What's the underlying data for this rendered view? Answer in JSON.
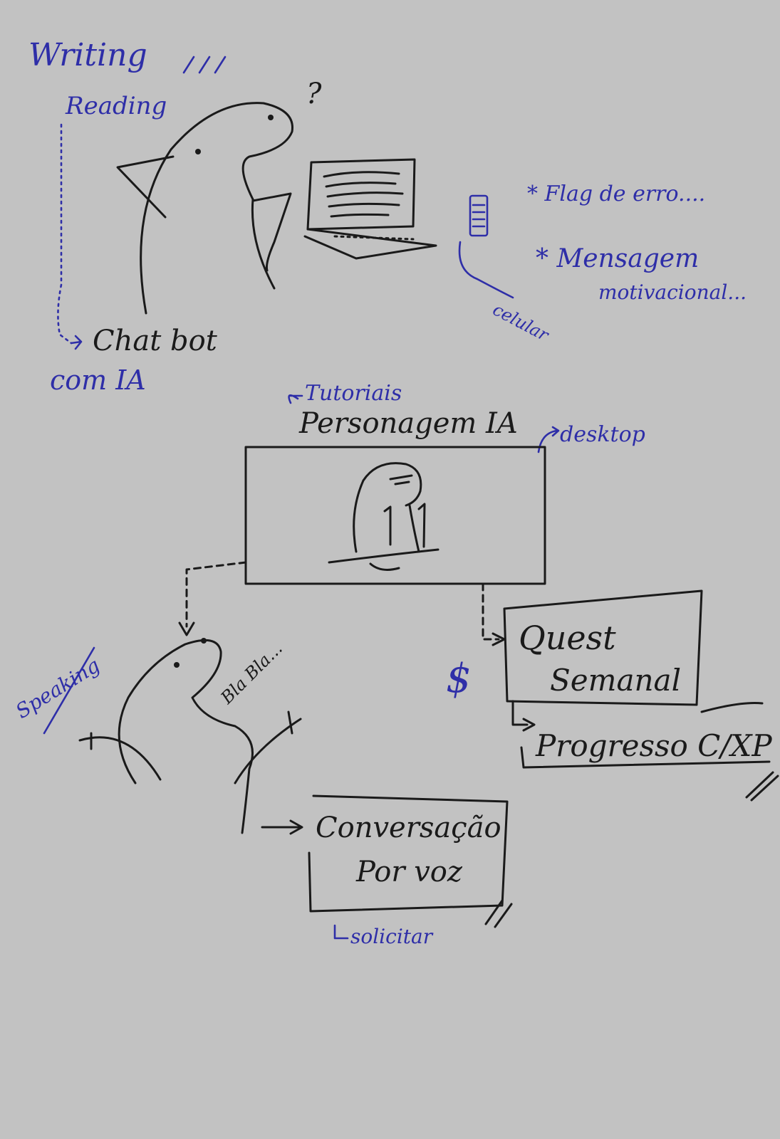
{
  "top_section": {
    "writing_label": "Writing",
    "reading_label": "Reading",
    "question_mark": "?",
    "chatbot_label": "Chat bot",
    "chatbot_sublabel": "com IA"
  },
  "features": {
    "error_flag": "* Flag de erro....",
    "motivational_line1": "* Mensagem",
    "motivational_line2": "motivacional...",
    "phone_label": "celular"
  },
  "middle_section": {
    "tutorials_label": "Tutoriais",
    "character_label": "Personagem IA",
    "desktop_label": "desktop"
  },
  "bottom_left": {
    "speaking_label": "Speaking",
    "blabla_label": "Bla Bla...",
    "voice_box_line1": "Conversação",
    "voice_box_line2": "Por voz",
    "voice_box_note": "solicitar"
  },
  "bottom_right": {
    "dollar_sign": "$",
    "quest_line1": "Quest",
    "quest_line2": "Semanal",
    "progress_label": "Progresso C/XP"
  },
  "colors": {
    "paper": "#c2c2c2",
    "ink_black": "#1a1a1a",
    "ink_blue": "#2e2ea8"
  }
}
